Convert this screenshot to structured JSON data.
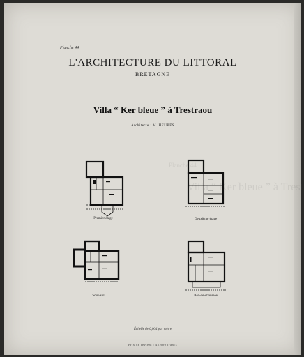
{
  "header": {
    "plate_number": "Planche 44",
    "main_title": "L'ARCHITECTURE DU LITTORAL",
    "subtitle": "BRETAGNE"
  },
  "villa": {
    "title": "Villa “ Ker bleue ” à Trestraou",
    "architect": "Architecte : M. HEUBÈS"
  },
  "plans": [
    {
      "caption": "Premier étage"
    },
    {
      "caption": "Deuxième étage"
    },
    {
      "caption": "Sous-sol"
    },
    {
      "caption": "Rez-de-chaussée"
    }
  ],
  "footer": {
    "scale": "Échelle de 0,004 par mètre",
    "price": "Prix de revient : 45.900 francs"
  },
  "colors": {
    "paper": "#dedcd6",
    "ink": "#1a1a1a",
    "background": "#2a2a28"
  }
}
